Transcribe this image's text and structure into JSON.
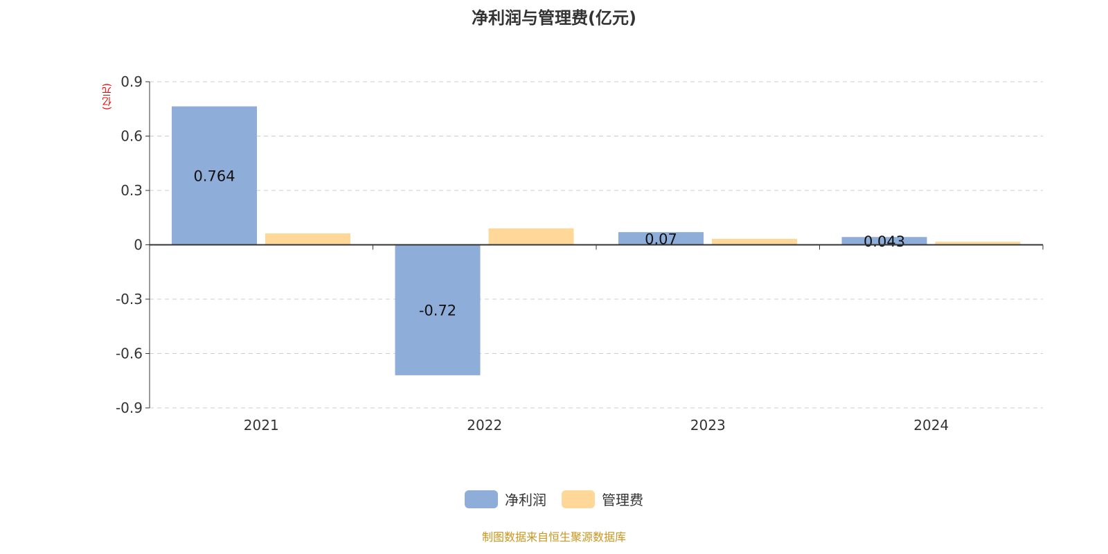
{
  "chart_data": {
    "type": "bar",
    "title": "净利润与管理费(亿元)",
    "ylabel": "(亿元)",
    "categories": [
      "2021",
      "2022",
      "2023",
      "2024"
    ],
    "series": [
      {
        "name": "净利润",
        "color": "#8eadd9",
        "values": [
          0.764,
          -0.72,
          0.07,
          0.043
        ],
        "labels": [
          "0.764",
          "-0.72",
          "0.07",
          "0.043"
        ]
      },
      {
        "name": "管理费",
        "color": "#ffd899",
        "values": [
          0.063,
          0.091,
          0.033,
          0.017
        ]
      }
    ],
    "ylim": [
      -0.9,
      0.9
    ],
    "yticks": [
      "0.9",
      "0.6",
      "0.3",
      "0",
      "-0.3",
      "-0.6",
      "-0.9"
    ],
    "grid": true,
    "legend": "bottom-center"
  },
  "source": "制图数据来自恒生聚源数据库"
}
